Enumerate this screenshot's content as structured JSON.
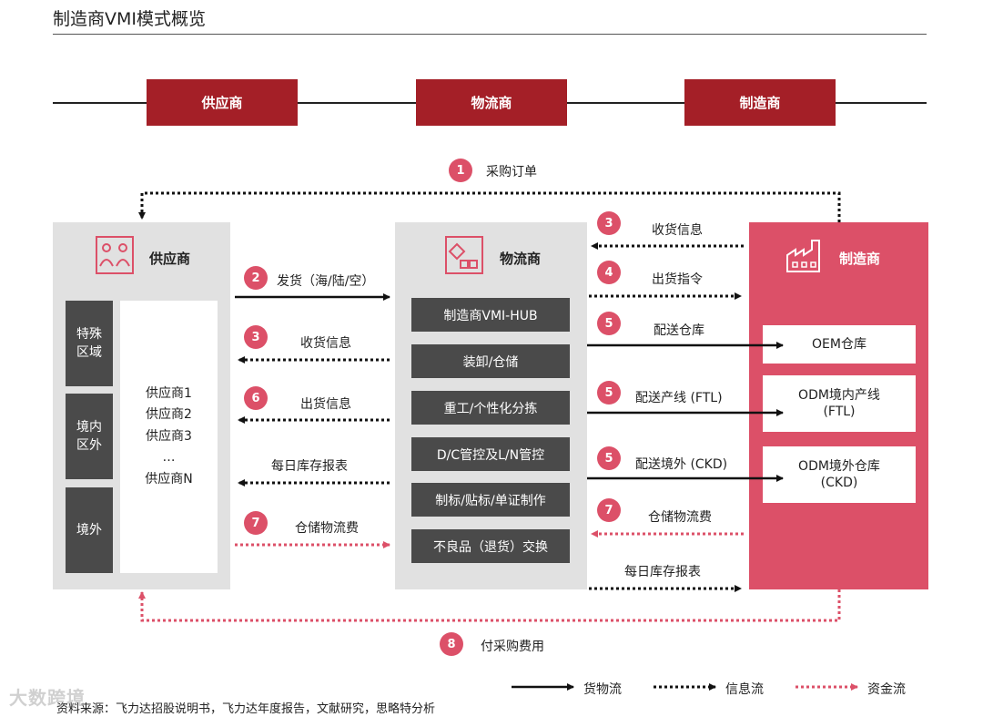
{
  "title": "制造商VMI模式概览",
  "timeline": [
    "供应商",
    "物流商",
    "制造商"
  ],
  "supplier": {
    "label": "供应商",
    "regions": [
      "特殊区域",
      "境内区外",
      "境外"
    ],
    "list": [
      "供应商1",
      "供应商2",
      "供应商3",
      "…",
      "供应商N"
    ]
  },
  "logistics": {
    "label": "物流商",
    "services": [
      "制造商VMI-HUB",
      "装卸/仓储",
      "重工/个性化分拣",
      "D/C管控及L/N管控",
      "制标/贴标/单证制作",
      "不良品（退货）交换"
    ]
  },
  "manufacturer": {
    "label": "制造商",
    "boxes": [
      "OEM仓库",
      "ODM境内产线\n(FTL)",
      "ODM境外仓库\n(CKD)"
    ]
  },
  "flows": {
    "top": {
      "num": "1",
      "text": "采购订单"
    },
    "bottom": {
      "num": "8",
      "text": "付采购费用"
    },
    "left": [
      {
        "num": "2",
        "text": "发货（海/陆/空）"
      },
      {
        "num": "3",
        "text": "收货信息"
      },
      {
        "num": "6",
        "text": "出货信息"
      },
      {
        "num": "",
        "text": "每日库存报表"
      },
      {
        "num": "7",
        "text": "仓储物流费"
      }
    ],
    "right": [
      {
        "num": "3",
        "text": "收货信息"
      },
      {
        "num": "4",
        "text": "出货指令"
      },
      {
        "num": "5",
        "text": "配送仓库"
      },
      {
        "num": "5",
        "text": "配送产线 (FTL)"
      },
      {
        "num": "5",
        "text": "配送境外 (CKD)"
      },
      {
        "num": "7",
        "text": "仓储物流费"
      },
      {
        "num": "",
        "text": "每日库存报表"
      }
    ]
  },
  "legend": [
    "货物流",
    "信息流",
    "资金流"
  ],
  "source": "资料来源：飞力达招股说明书，飞力达年度报告，文献研究，思略特分析",
  "watermark": "大数跨境",
  "colors": {
    "dark_red": "#a41f27",
    "pink": "#dc5068",
    "grey_panel": "#e1e1e1",
    "dark_box": "#4a4a4a"
  }
}
